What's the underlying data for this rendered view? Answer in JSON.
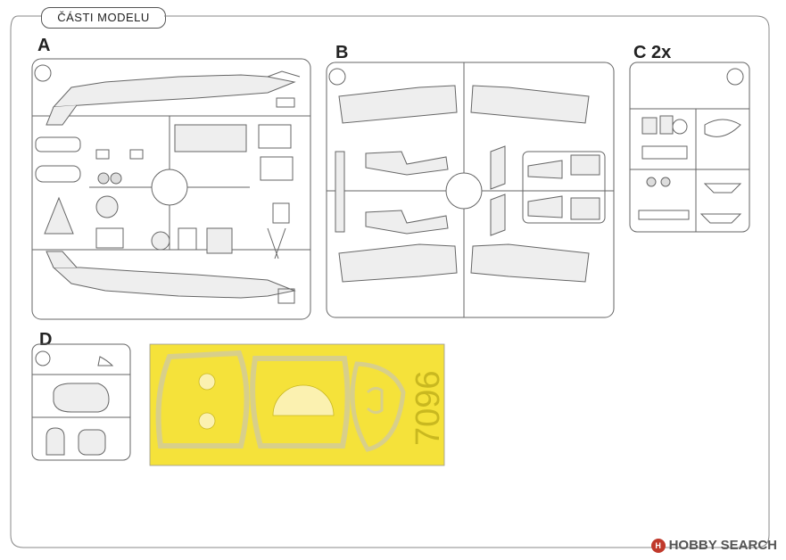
{
  "header": {
    "title": "ČÁSTI MODELU"
  },
  "sprues": [
    {
      "letter": "A",
      "stamp": "A"
    },
    {
      "letter": "B",
      "stamp": "B"
    },
    {
      "letter": "C 2x",
      "stamp": "C"
    },
    {
      "letter": "D",
      "stamp": "D"
    }
  ],
  "mask": {
    "code": "7096"
  },
  "watermark": {
    "text": "HOBBY SEARCH"
  },
  "colors": {
    "mask_yellow": "#f5e23a",
    "mask_part": "#fbf1b0",
    "frame": "#666666"
  }
}
